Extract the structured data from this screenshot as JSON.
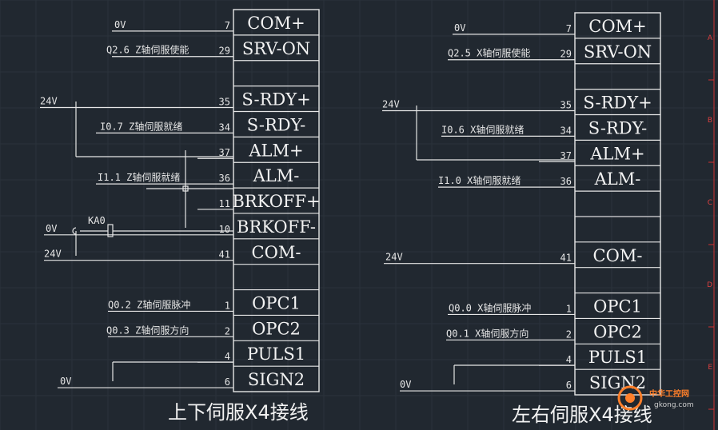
{
  "left": {
    "title": "上下伺服X4接线",
    "rows": [
      {
        "pin": "7",
        "label": "COM+",
        "signal": "0V"
      },
      {
        "pin": "29",
        "label": "SRV-ON",
        "signal": "Q2.6 Z轴伺服使能"
      },
      {
        "pin": "",
        "label": "",
        "signal": ""
      },
      {
        "pin": "35",
        "label": "S-RDY+",
        "signal": "24V"
      },
      {
        "pin": "34",
        "label": "S-RDY-",
        "signal": "I0.7 Z轴伺服就绪"
      },
      {
        "pin": "37",
        "label": "ALM+",
        "signal": ""
      },
      {
        "pin": "36",
        "label": "ALM-",
        "signal": "I1.1 Z轴伺服就绪"
      },
      {
        "pin": "11",
        "label": "BRKOFF+",
        "signal": ""
      },
      {
        "pin": "10",
        "label": "BRKOFF-",
        "signal": "0V"
      },
      {
        "pin": "41",
        "label": "COM-",
        "signal": "24V"
      },
      {
        "pin": "",
        "label": "",
        "signal": ""
      },
      {
        "pin": "1",
        "label": "OPC1",
        "signal": "Q0.2 Z轴伺服脉冲"
      },
      {
        "pin": "2",
        "label": "OPC2",
        "signal": "Q0.3 Z轴伺服方向"
      },
      {
        "pin": "4",
        "label": "PULS1",
        "signal": ""
      },
      {
        "pin": "6",
        "label": "SIGN2",
        "signal": "0V"
      }
    ],
    "relay": "KA0"
  },
  "right": {
    "title": "左右伺服X4接线",
    "rows": [
      {
        "pin": "7",
        "label": "COM+",
        "signal": "0V"
      },
      {
        "pin": "29",
        "label": "SRV-ON",
        "signal": "Q2.5 X轴伺服使能"
      },
      {
        "pin": "",
        "label": "",
        "signal": ""
      },
      {
        "pin": "35",
        "label": "S-RDY+",
        "signal": "24V"
      },
      {
        "pin": "34",
        "label": "S-RDY-",
        "signal": "I0.6 X轴伺服就绪"
      },
      {
        "pin": "37",
        "label": "ALM+",
        "signal": ""
      },
      {
        "pin": "36",
        "label": "ALM-",
        "signal": "I1.0 X轴伺服就绪"
      },
      {
        "pin": "",
        "label": "",
        "signal": ""
      },
      {
        "pin": "",
        "label": "",
        "signal": ""
      },
      {
        "pin": "41",
        "label": "COM-",
        "signal": "24V"
      },
      {
        "pin": "",
        "label": "",
        "signal": ""
      },
      {
        "pin": "1",
        "label": "OPC1",
        "signal": "Q0.0 X轴伺服脉冲"
      },
      {
        "pin": "2",
        "label": "OPC2",
        "signal": "Q0.1 X轴伺服方向"
      },
      {
        "pin": "4",
        "label": "PULS1",
        "signal": ""
      },
      {
        "pin": "6",
        "label": "SIGN2",
        "signal": "0V"
      }
    ]
  },
  "watermark": {
    "line1": "中华工控网",
    "line2": "gkong.com"
  },
  "border_marks": [
    "A",
    "B",
    "C",
    "D",
    "E"
  ]
}
